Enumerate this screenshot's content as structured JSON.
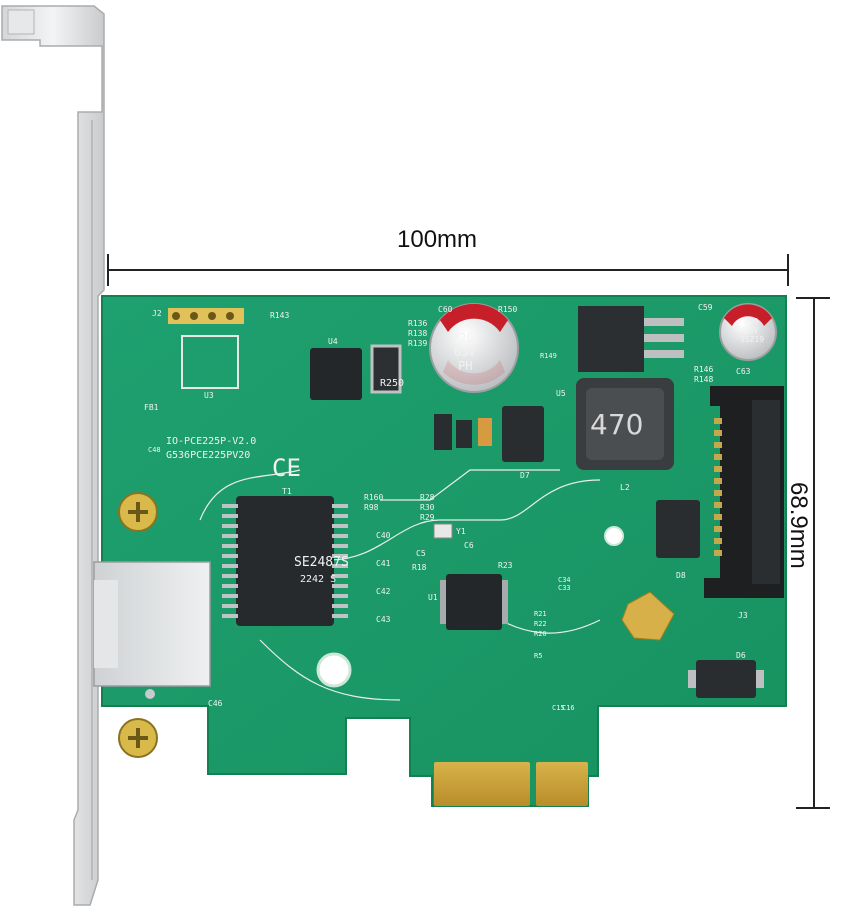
{
  "dimensions": {
    "width_label": "100mm",
    "height_label": "68.9mm"
  },
  "board": {
    "model_line1": "IO-PCE225P-V2.0",
    "model_line2": "G536PCE225PV20",
    "ce_mark": "CE",
    "transformer_marking": "SE2487S",
    "transformer_code": "2242 S",
    "capacitor_large": [
      "220",
      "63V",
      "PH"
    ],
    "capacitor_small": [
      "220",
      "25V",
      "SS219"
    ],
    "inductor_marking": "470",
    "resistor_marking": "R250",
    "labels": {
      "j2": "J2",
      "u3": "U3",
      "u4": "U4",
      "u5": "U5",
      "u1": "U1",
      "t1": "T1",
      "l2": "L2",
      "d7": "D7",
      "d8": "D8",
      "d6": "D6",
      "j3": "J3",
      "y1": "Y1",
      "c60": "C60",
      "c59": "C59",
      "c63": "C63",
      "c40": "C40",
      "c41": "C41",
      "c42": "C42",
      "c43": "C43",
      "c46": "C46",
      "c5": "C5",
      "c6": "C6",
      "c48": "C48",
      "r150": "R150",
      "r149": "R149",
      "r146": "R146",
      "r148": "R148",
      "r143": "R143",
      "r160": "R160",
      "r98": "R98",
      "r28": "R28",
      "r30": "R30",
      "r29": "R29",
      "r18": "R18",
      "r23": "R23",
      "fb1": "FB1",
      "c34": "C34",
      "c33": "C33",
      "r21": "R21",
      "r22": "R22",
      "r20": "R20",
      "r5": "R5",
      "c15": "C15",
      "c16": "C16",
      "r136": "R136",
      "r138": "R138",
      "r139": "R139"
    }
  }
}
